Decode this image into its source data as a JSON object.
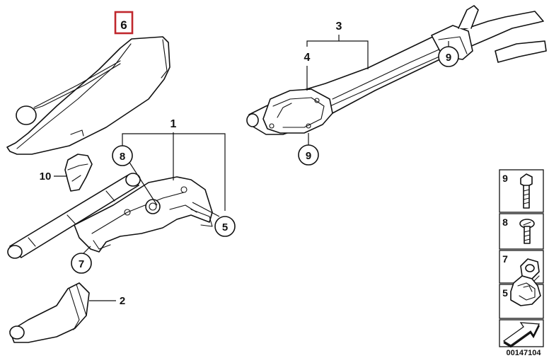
{
  "diagram": {
    "callouts": {
      "c1": "1",
      "c2": "2",
      "c3": "3",
      "c4": "4",
      "c5": "5",
      "c6": "6",
      "c7": "7",
      "c8": "8",
      "c9a": "9",
      "c9b": "9",
      "c10": "10"
    },
    "highlight_color": "#c0272d",
    "legend": [
      {
        "num": "9",
        "icon": "bolt-icon"
      },
      {
        "num": "8",
        "icon": "screw-icon"
      },
      {
        "num": "7",
        "icon": "nut-icon"
      },
      {
        "num": "5",
        "icon": "clip-icon"
      }
    ],
    "footer_icon": "arrow-icon",
    "diagram_number": "00147104"
  }
}
